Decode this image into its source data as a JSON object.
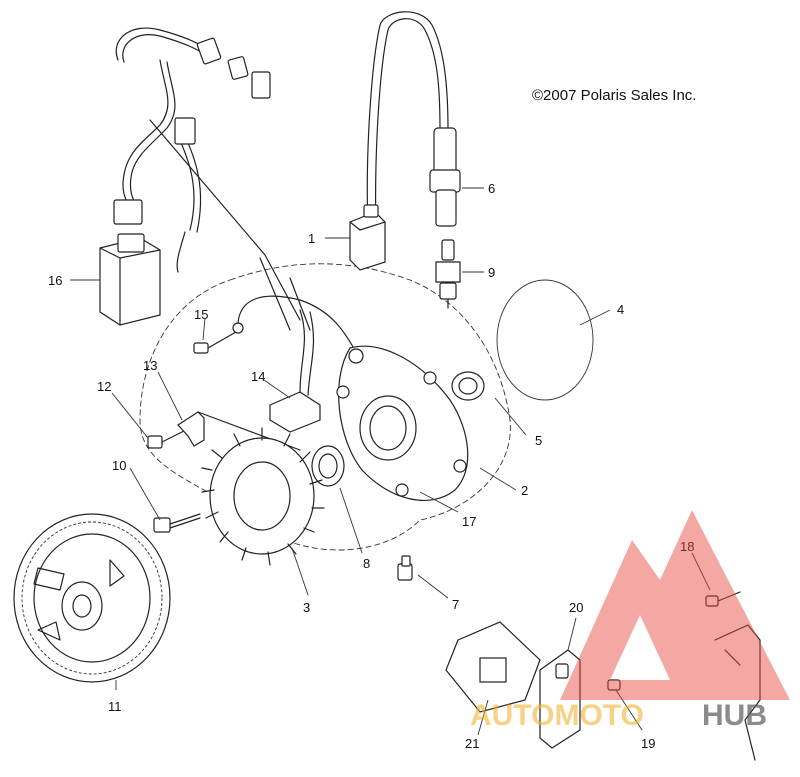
{
  "copyright": "©2007 Polaris Sales Inc.",
  "callouts": [
    "1",
    "2",
    "3",
    "4",
    "5",
    "6",
    "7",
    "8",
    "9",
    "10",
    "11",
    "12",
    "13",
    "14",
    "15",
    "16",
    "17",
    "18",
    "19",
    "20",
    "21"
  ],
  "watermark": {
    "text_part1": "AUTOMOTO",
    "text_part2": "HUB",
    "color_primary": "#e8463a",
    "color_secondary": "#f2b233",
    "color_dark": "#555555"
  }
}
